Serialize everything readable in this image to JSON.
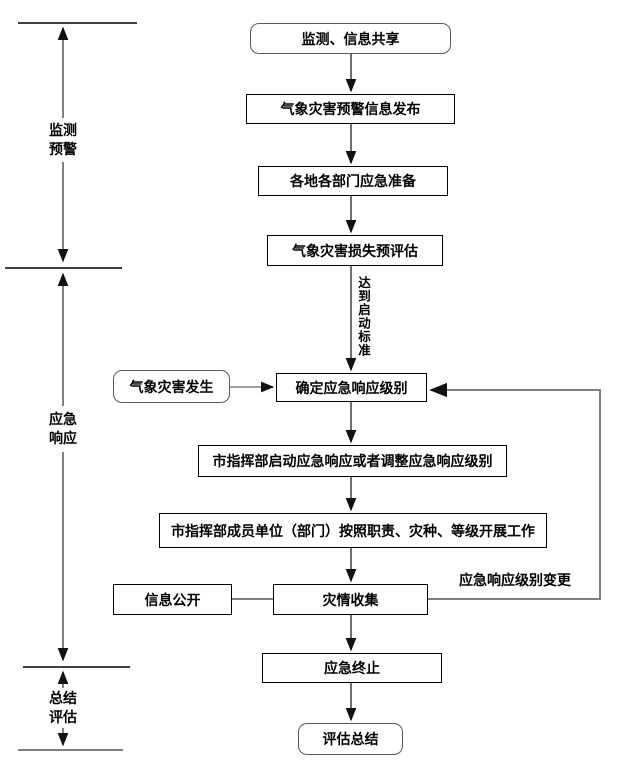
{
  "diagram": {
    "phases": [
      {
        "line1": "监测",
        "line2": "预警"
      },
      {
        "line1": "应急",
        "line2": "响应"
      },
      {
        "line1": "总结",
        "line2": "评估"
      }
    ],
    "nodes": {
      "monitor_share": "监测、信息共享",
      "warning_release": "气象灾害预警信息发布",
      "dept_prep": "各地各部门应急准备",
      "loss_preassess": "气象灾害损失预评估",
      "determine_level": "确定应急响应级别",
      "hq_start": "市指挥部启动应急响应或者调整应急响应级别",
      "hq_members": "市指挥部成员单位（部门）按照职责、灾种、等级开展工作",
      "disaster_collect": "灾情收集",
      "emergency_end": "应急终止",
      "eval_summary": "评估总结",
      "disaster_occur": "气象灾害发生",
      "info_public": "信息公开"
    },
    "edge_labels": {
      "reach_criteria": "达到启动标准",
      "level_change": "应急响应级别变更"
    },
    "colors": {
      "box_border": "#000000",
      "rounded_border": "#595959",
      "connector": "#666666",
      "axis_line": "#000000",
      "arrowhead": "#111111"
    }
  }
}
